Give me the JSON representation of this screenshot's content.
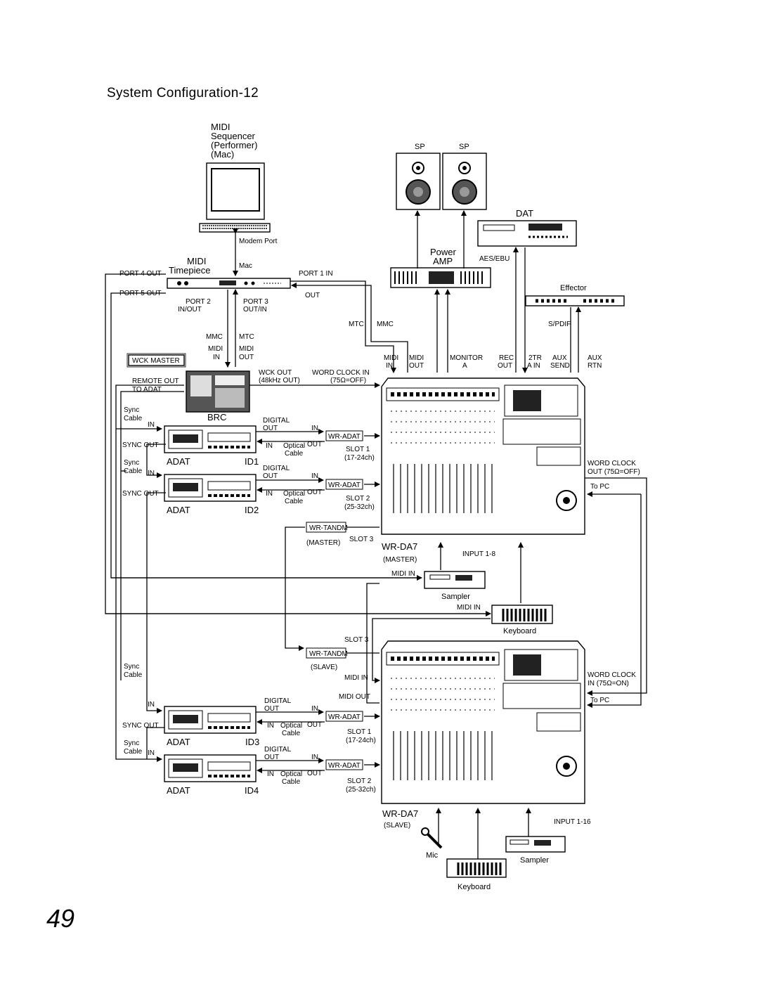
{
  "title": "System Configuration-12",
  "page_number": "49",
  "left": {
    "midi_seq": [
      "MIDI",
      "Sequencer",
      "(Performer)",
      "(Mac)"
    ],
    "modem_port": "Modem Port",
    "mac": "Mac",
    "midi_tp": [
      "MIDI",
      "Timepiece"
    ],
    "port4": "PORT 4 OUT",
    "port5": "PORT 5 OUT",
    "port1": "PORT 1 IN",
    "out": "OUT",
    "port2": [
      "PORT 2",
      "IN/OUT"
    ],
    "port3": [
      "PORT 3",
      "OUT/IN"
    ],
    "mtc": "MTC",
    "mmc": "MMC",
    "mmc2": "MMC",
    "mtc2": "MTC",
    "midi_in": [
      "MIDI",
      "IN"
    ],
    "midi_out": [
      "MIDI",
      "OUT"
    ],
    "wck_master": "WCK MASTER",
    "remote_out": [
      "REMOTE OUT",
      "TO ADAT"
    ],
    "wck_out": [
      "WCK OUT",
      "(48kHz OUT)"
    ],
    "word_clock_in": [
      "WORD CLOCK IN",
      "(75Ω=OFF)"
    ],
    "brc": "BRC",
    "sync_cable": [
      "Sync",
      "Cable"
    ],
    "in": "IN",
    "sync_out": "SYNC OUT",
    "digital_out": [
      "DIGITAL",
      "OUT"
    ],
    "optical_cable": [
      "Optical",
      "Cable"
    ],
    "wr_adat": "WR-ADAT",
    "wr_tandm": "WR-TANDM",
    "slot1": [
      "SLOT 1",
      "(17-24ch)"
    ],
    "slot2": [
      "SLOT 2",
      "(25-32ch)"
    ],
    "slot3": "SLOT 3",
    "master": "(MASTER)",
    "slave": "(SLAVE)",
    "adat": "ADAT",
    "id1": "ID1",
    "id2": "ID2",
    "id3": "ID3",
    "id4": "ID4"
  },
  "right": {
    "sp": "SP",
    "dat": "DAT",
    "power_amp": [
      "Power",
      "AMP"
    ],
    "aes_ebu": "AES/EBU",
    "effector": "Effector",
    "spdif": "S/PDIF",
    "monitor": [
      "MONITOR",
      "A"
    ],
    "rec_out": [
      "REC",
      "OUT"
    ],
    "two_tr": [
      "2TR",
      "A IN"
    ],
    "aux_send": [
      "AUX",
      "SEND"
    ],
    "aux_rtn": [
      "AUX",
      "RTN"
    ],
    "midi_in_out": [
      "MIDI",
      "IN"
    ],
    "midi_out_lbl": [
      "MIDI",
      "OUT"
    ],
    "word_clock_out": [
      "WORD CLOCK",
      "OUT (75Ω=OFF)"
    ],
    "word_clock_in2": [
      "WORD CLOCK",
      "IN (75Ω=ON)"
    ],
    "to_pc": "To PC",
    "wr_da7": "WR-DA7",
    "input_1_8": "INPUT 1-8",
    "input_1_16": "INPUT 1-16",
    "midi_in": "MIDI IN",
    "midi_out": "MIDI OUT",
    "sampler": "Sampler",
    "keyboard": "Keyboard",
    "mic": "Mic"
  }
}
